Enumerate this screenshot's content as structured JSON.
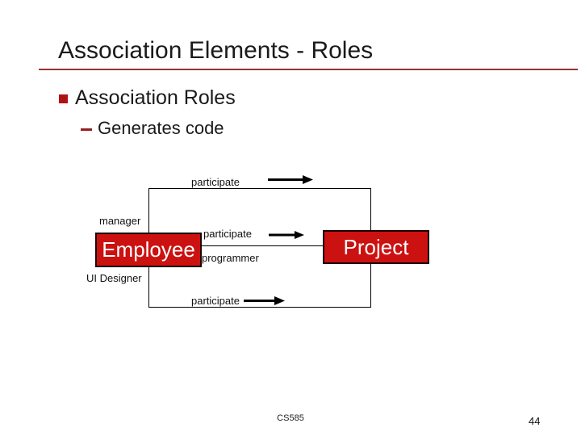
{
  "slide": {
    "title": "Association Elements - Roles",
    "bullet": "Association Roles",
    "sub_bullet": "Generates code",
    "footer": "CS585",
    "page_number": "44",
    "colors": {
      "box_red": "#cc1111",
      "accent_red": "#b01212",
      "rule_red": "#993333",
      "text": "#1a1a1a"
    }
  },
  "diagram": {
    "class_boxes": [
      {
        "label": "Employee"
      },
      {
        "label": "Project"
      }
    ],
    "associations": [
      {
        "label": "participate",
        "position": "top"
      },
      {
        "label": "participate",
        "position": "middle"
      },
      {
        "label": "participate",
        "position": "bottom"
      }
    ],
    "roles": [
      {
        "label": "manager"
      },
      {
        "label": "programmer"
      },
      {
        "label": "UI Designer"
      }
    ]
  }
}
